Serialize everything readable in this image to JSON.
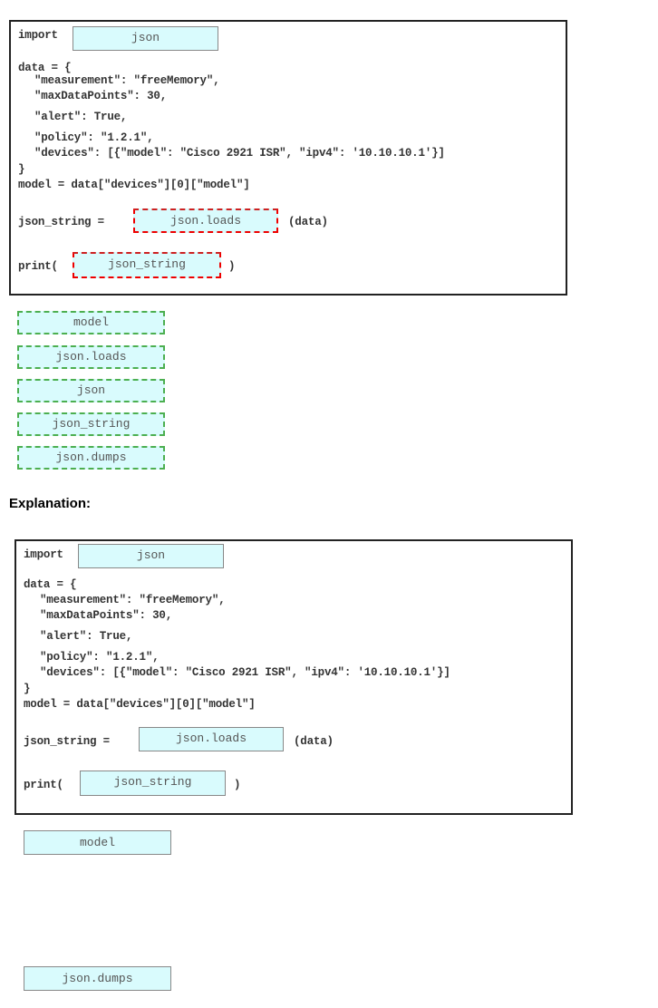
{
  "question": {
    "code": {
      "import_kw": "import",
      "data_open": "data = {",
      "measurement": "\"measurement\": \"freeMemory\",",
      "max_points": "\"maxDataPoints\": 30,",
      "alert": "\"alert\": True,",
      "policy": "\"policy\": \"1.2.1\",",
      "devices": "\"devices\": [{\"model\": \"Cisco 2921 ISR\", \"ipv4\": '10.10.10.1'}]",
      "data_close": "}",
      "model_line": "model = data[\"devices\"][0][\"model\"]",
      "json_string_assign": "json_string =",
      "data_arg": "(data)",
      "print_open": "print(",
      "print_close": ")"
    },
    "slots": {
      "import": "json",
      "assign": "json.loads",
      "print": "json_string"
    },
    "options": [
      "model",
      "json.loads",
      "json",
      "json_string",
      "json.dumps"
    ]
  },
  "explanation_label": "Explanation:",
  "answer": {
    "slots": {
      "import": "json",
      "assign": "json.loads",
      "print": "json_string"
    },
    "remaining_options": [
      "model",
      "json.dumps"
    ]
  }
}
